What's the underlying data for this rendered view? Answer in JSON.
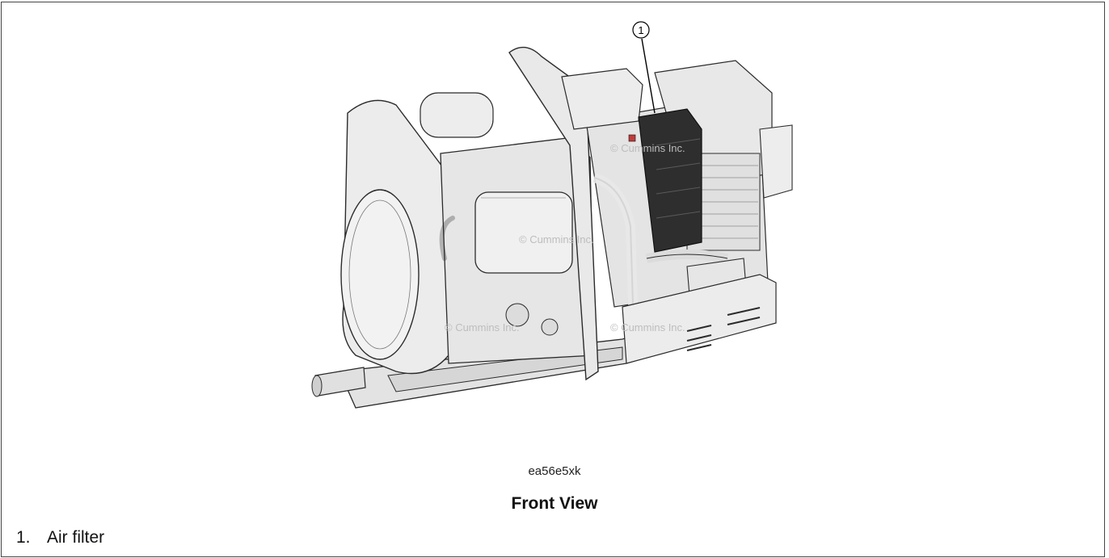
{
  "figure": {
    "callout_number": "1",
    "watermark": "© Cummins Inc.",
    "image_code": "ea56e5xk",
    "caption": "Front View"
  },
  "legend": {
    "items": [
      {
        "number": "1.",
        "label": "Air filter"
      }
    ]
  },
  "colors": {
    "line": "#2b2b2b",
    "metal_light": "#e9e9e9",
    "metal_mid": "#cfcfcf",
    "filter_dark": "#2e2e2e"
  }
}
